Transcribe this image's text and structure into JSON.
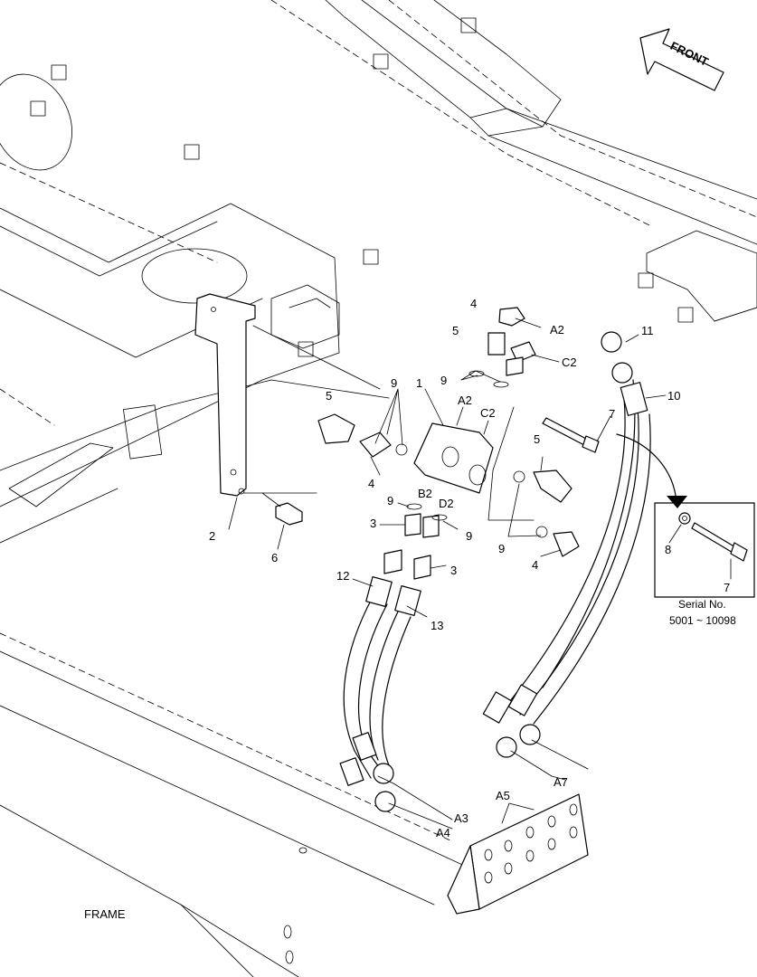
{
  "diagram": {
    "direction_label": "FRONT",
    "frame_label": "FRAME",
    "inset": {
      "serial_label": "Serial No.",
      "serial_range": "5001 ~ 10098",
      "callouts": [
        "8",
        "7"
      ]
    },
    "callouts": {
      "c1": "1",
      "c2": "2",
      "c3a": "3",
      "c3b": "3",
      "c4a": "4",
      "c4b": "4",
      "c4c": "4",
      "c5a": "5",
      "c5b": "5",
      "c5c": "5",
      "c6": "6",
      "c7": "7",
      "c9a": "9",
      "c9b": "9",
      "c9c": "9",
      "c9d": "9",
      "c9e": "9",
      "c10": "10",
      "c11": "11",
      "c12": "12",
      "c13": "13"
    },
    "ports": {
      "a2_top": "A2",
      "c2_top": "C2",
      "a2_block": "A2",
      "c2_block": "C2",
      "b2": "B2",
      "d2": "D2",
      "a3": "A3",
      "a4": "A4",
      "a5": "A5",
      "a7": "A7"
    }
  }
}
